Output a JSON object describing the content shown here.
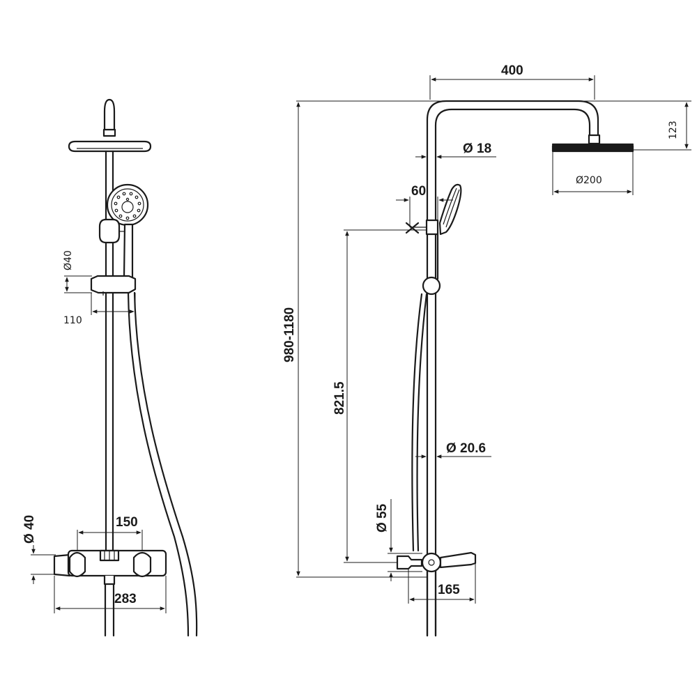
{
  "dimensions": {
    "left_view": {
      "hand_shower_diameter": "Ø40",
      "bracket_width": "110",
      "inlet_diameter": "Ø 40",
      "inlet_spacing": "150",
      "mixer_width": "283"
    },
    "right_view": {
      "arm_length": "400",
      "head_drop": "123",
      "head_diameter": "Ø200",
      "arm_tube_diameter": "Ø 18",
      "hand_offset": "60",
      "total_height": "980-1180",
      "mixer_to_bracket": "821.5",
      "riser_diameter": "Ø 20.6",
      "mixer_body_diameter": "Ø 55",
      "spout_length": "165"
    }
  }
}
